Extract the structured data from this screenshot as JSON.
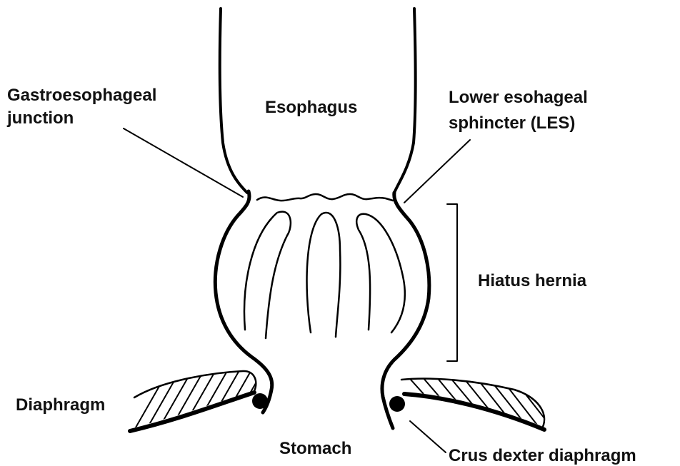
{
  "labels": {
    "gastroesophageal_junction": [
      "Gastroesophageal",
      "junction"
    ],
    "esophagus": "Esophagus",
    "lower_esophageal_sphincter": [
      "Lower esohageal",
      "sphincter (LES)"
    ],
    "hiatus_hernia": "Hiatus hernia",
    "diaphragm": "Diaphragm",
    "stomach": "Stomach",
    "crus_dexter_diaphragm": "Crus dexter diaphragm"
  },
  "colors": {
    "ink": "#000000",
    "background": "#ffffff"
  }
}
